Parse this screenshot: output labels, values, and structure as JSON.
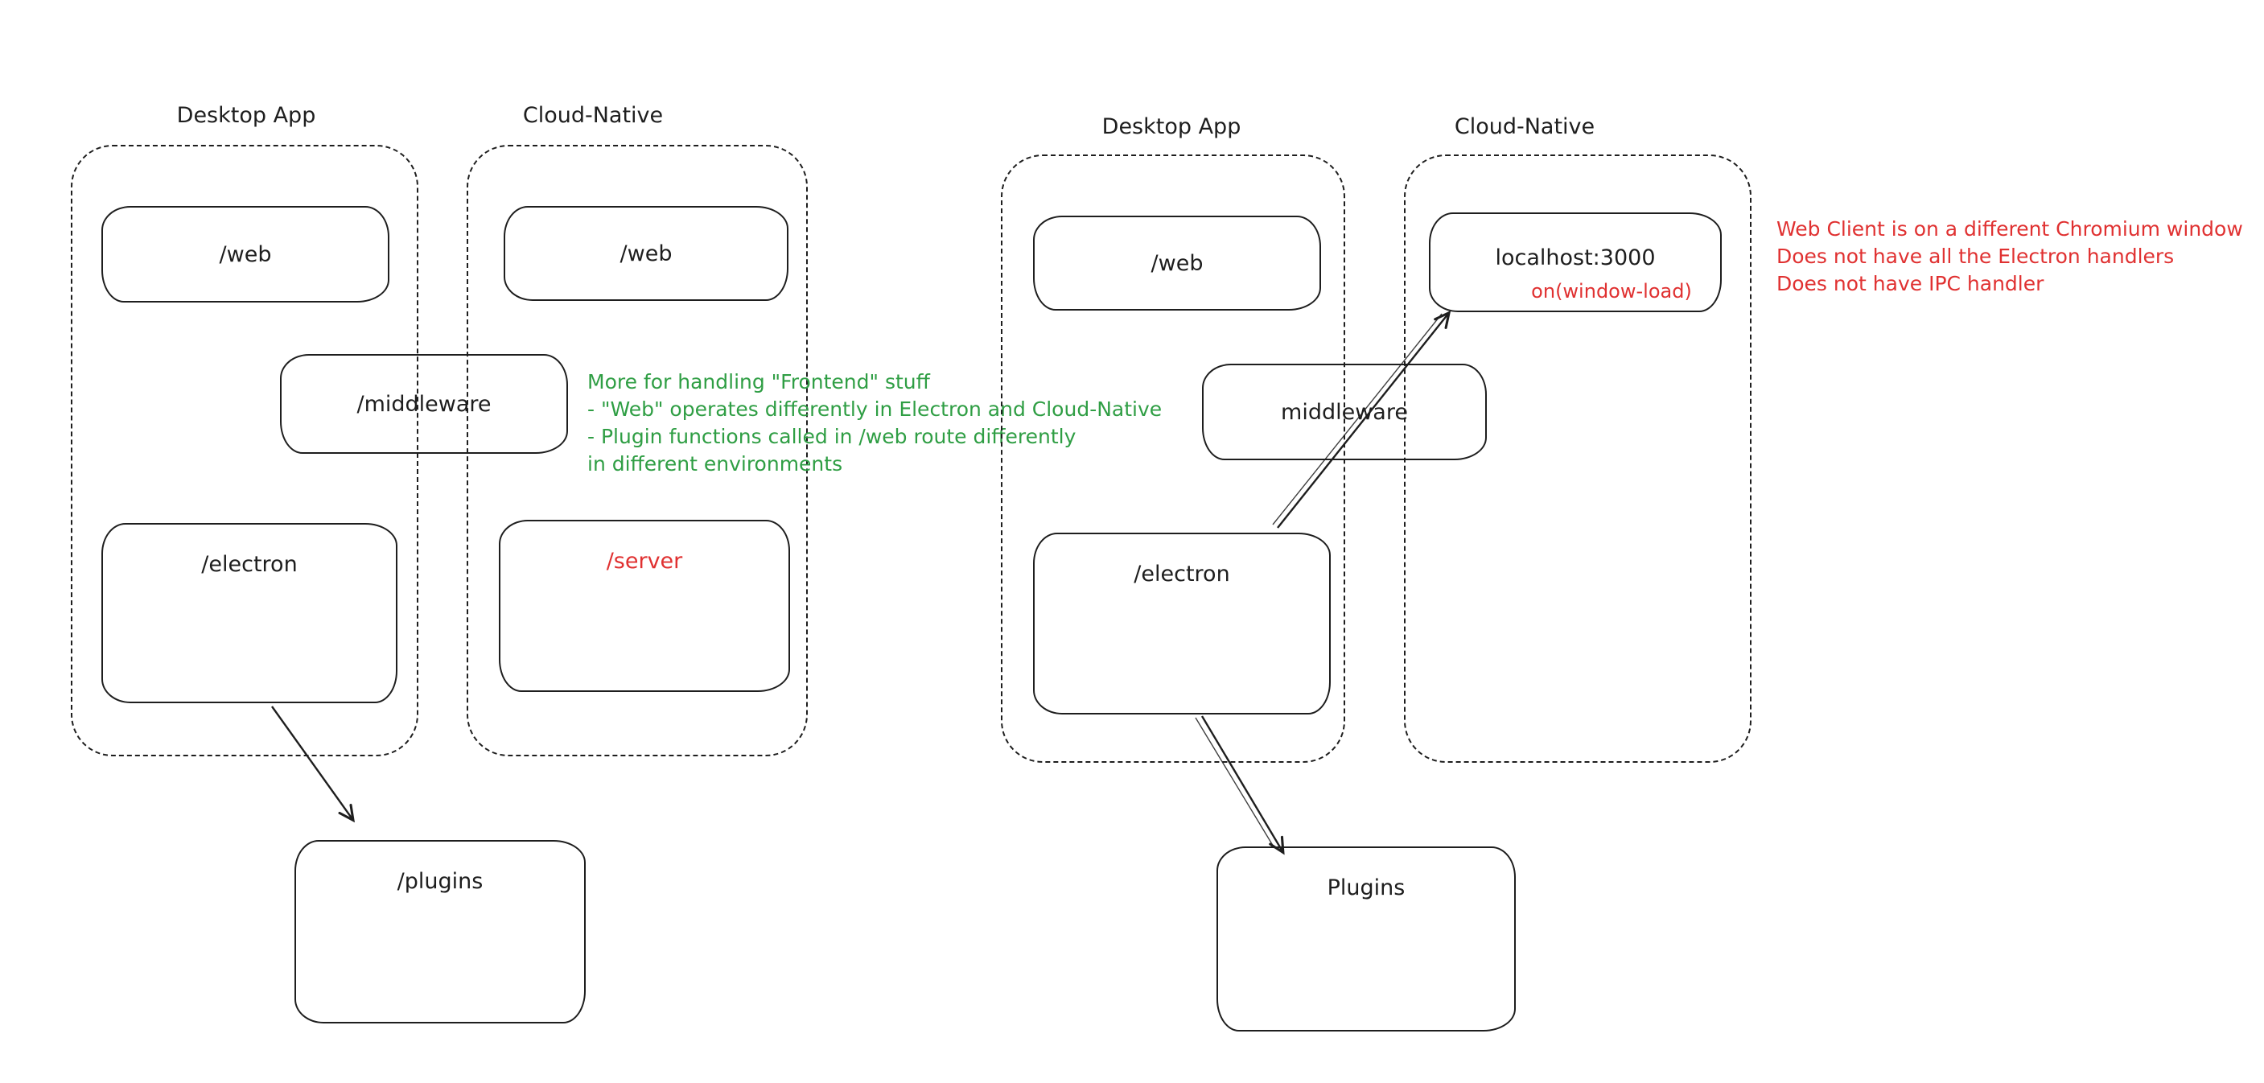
{
  "colors": {
    "stroke": "#1e1e1e",
    "red": "#e03131",
    "green": "#2f9e44",
    "background": "#ffffff"
  },
  "left": {
    "desktop": {
      "title": "Desktop App",
      "web": "/web",
      "electron": "/electron"
    },
    "cloud": {
      "title": "Cloud-Native",
      "web": "/web",
      "server": "/server"
    },
    "middleware": "/middleware",
    "plugins": "/plugins",
    "note": {
      "line1": "More for handling \"Frontend\" stuff",
      "line2": "- \"Web\" operates differently in Electron and Cloud-Native",
      "line3": "- Plugin functions called in /web route differently",
      "line4": "in different environments"
    }
  },
  "right": {
    "desktop": {
      "title": "Desktop App",
      "web": "/web",
      "electron": "/electron"
    },
    "cloud": {
      "title": "Cloud-Native",
      "localhost": "localhost:3000",
      "window_load": "on(window-load)"
    },
    "middleware": "middleware",
    "plugins": "Plugins",
    "note": {
      "line1": "Web Client is on a different Chromium window",
      "line2": "Does not have all the Electron handlers",
      "line3": "Does not have IPC handler"
    }
  }
}
